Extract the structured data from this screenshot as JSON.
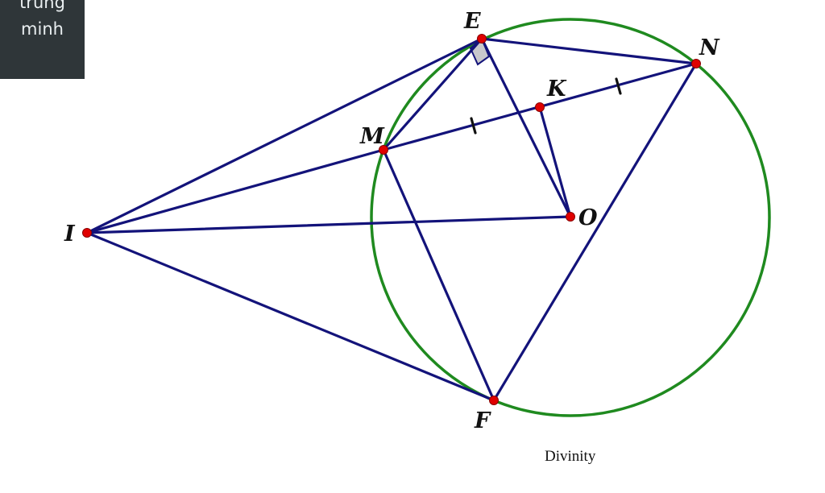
{
  "side_panel": {
    "line1": "trung",
    "line2": "minh"
  },
  "points": {
    "E": "E",
    "N": "N",
    "K": "K",
    "M": "M",
    "I": "I",
    "O": "O",
    "F": "F"
  },
  "credit": "Divinity",
  "colors": {
    "circle": "#1f8a1f",
    "segments": "#13137a",
    "points": "#e00000",
    "panel_bg": "#2f3639"
  }
}
